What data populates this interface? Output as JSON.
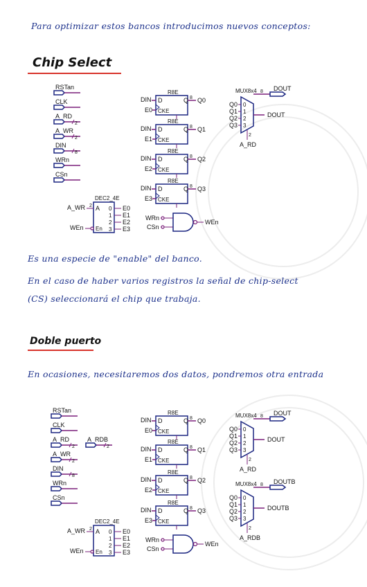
{
  "text": {
    "intro": "Para optimizar estos bancos introducimos nuevos conceptos:",
    "cs_title": "Chip Select",
    "cs_note1": "Es una especie de \"enable\" del banco.",
    "cs_note2a": "En el caso de haber varios registros la señal de chip-select",
    "cs_note2b": "(CS) seleccionará el chip que trabaja.",
    "dp_title": "Doble puerto",
    "dp_note": "En ocasiones, necesitaremos dos datos, pondremos otra entrada"
  },
  "schem1": {
    "inputs": [
      {
        "name": "RSTan",
        "width": ""
      },
      {
        "name": "CLK",
        "width": ""
      },
      {
        "name": "A_RD",
        "width": "2"
      },
      {
        "name": "A_WR",
        "width": "2"
      },
      {
        "name": "DIN",
        "width": "8"
      },
      {
        "name": "WRn",
        "width": ""
      },
      {
        "name": "CSn",
        "width": ""
      }
    ],
    "regs": [
      {
        "type": "R8E",
        "d": "D",
        "q": "Q",
        "cke": "CKE",
        "din": "DIN",
        "en": "E0",
        "out": "Q0",
        "bus": "8"
      },
      {
        "type": "R8E",
        "d": "D",
        "q": "Q",
        "cke": "CKE",
        "din": "DIN",
        "en": "E1",
        "out": "Q1",
        "bus": "8"
      },
      {
        "type": "R8E",
        "d": "D",
        "q": "Q",
        "cke": "CKE",
        "din": "DIN",
        "en": "E2",
        "out": "Q2",
        "bus": "8"
      },
      {
        "type": "R8E",
        "d": "D",
        "q": "Q",
        "cke": "CKE",
        "din": "DIN",
        "en": "E3",
        "out": "Q3",
        "bus": "8"
      }
    ],
    "mux": {
      "type": "MUX8x4",
      "ins": [
        "Q0",
        "Q1",
        "Q2",
        "Q3"
      ],
      "nums": [
        "0",
        "1",
        "2",
        "3"
      ],
      "out": "DOUT",
      "port": "DOUT",
      "sel": "A_RD",
      "bus": "8",
      "selw": "2"
    },
    "dec": {
      "type": "DEC2_4E",
      "a": "A",
      "en": "En",
      "nums": [
        "0",
        "1",
        "2",
        "3"
      ],
      "outs": [
        "E0",
        "E1",
        "E2",
        "E3"
      ],
      "in_a": "A_WR",
      "in_en": "WEn",
      "aw": "2"
    },
    "gate": {
      "ins": [
        "WRn",
        "CSn"
      ],
      "out": "WEn"
    }
  },
  "schem2": {
    "inputs": [
      {
        "name": "RSTan",
        "width": ""
      },
      {
        "name": "CLK",
        "width": ""
      },
      {
        "name": "A_RD",
        "width": "2"
      },
      {
        "name": "A_WR",
        "width": "2"
      },
      {
        "name": "DIN",
        "width": "8"
      },
      {
        "name": "WRn",
        "width": ""
      },
      {
        "name": "CSn",
        "width": ""
      }
    ],
    "extra_input": {
      "name": "A_RDB",
      "width": "2"
    },
    "regs": [
      {
        "type": "R8E",
        "d": "D",
        "q": "Q",
        "cke": "CKE",
        "din": "DIN",
        "en": "E0",
        "out": "Q0",
        "bus": "8"
      },
      {
        "type": "R8E",
        "d": "D",
        "q": "Q",
        "cke": "CKE",
        "din": "DIN",
        "en": "E1",
        "out": "Q1",
        "bus": "8"
      },
      {
        "type": "R8E",
        "d": "D",
        "q": "Q",
        "cke": "CKE",
        "din": "DIN",
        "en": "E2",
        "out": "Q2",
        "bus": "8"
      },
      {
        "type": "R8E",
        "d": "D",
        "q": "Q",
        "cke": "CKE",
        "din": "DIN",
        "en": "E3",
        "out": "Q3",
        "bus": "8"
      }
    ],
    "muxes": [
      {
        "type": "MUX8x4",
        "ins": [
          "Q0",
          "Q1",
          "Q2",
          "Q3"
        ],
        "nums": [
          "0",
          "1",
          "2",
          "3"
        ],
        "out": "DOUT",
        "port": "DOUT",
        "sel": "A_RD",
        "bus": "8",
        "selw": "2"
      },
      {
        "type": "MUX8x4",
        "ins": [
          "Q0",
          "Q1",
          "Q2",
          "Q3"
        ],
        "nums": [
          "0",
          "1",
          "2",
          "3"
        ],
        "out": "DOUTB",
        "port": "DOUTB",
        "sel": "A_RDB",
        "bus": "8",
        "selw": "2"
      }
    ],
    "dec": {
      "type": "DEC2_4E",
      "a": "A",
      "en": "En",
      "nums": [
        "0",
        "1",
        "2",
        "3"
      ],
      "outs": [
        "E0",
        "E1",
        "E2",
        "E3"
      ],
      "in_a": "A_WR",
      "in_en": "WEn",
      "aw": "2"
    },
    "gate": {
      "ins": [
        "WRn",
        "CSn"
      ],
      "out": "WEn"
    }
  }
}
